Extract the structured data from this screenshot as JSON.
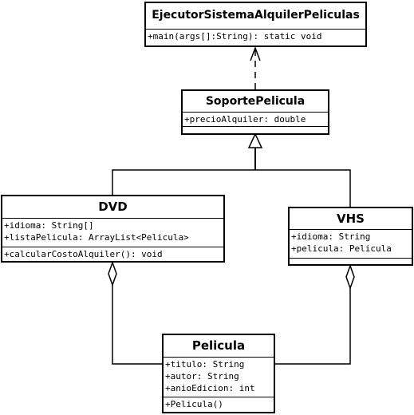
{
  "classes": {
    "ejecutor": {
      "name": "EjecutorSistemaAlquilerPeliculas",
      "attributes": [],
      "methods": [
        "+main(args[]:String): static void"
      ]
    },
    "soporte": {
      "name": "SoportePelicula",
      "attributes": [
        "+precioAlquiler: double"
      ],
      "methods": []
    },
    "dvd": {
      "name": "DVD",
      "attributes": [
        "+idioma: String[]",
        "+listaPelicula: ArrayList<Pelicula>"
      ],
      "methods": [
        "+calcularCostoAlquiler(): void"
      ]
    },
    "vhs": {
      "name": "VHS",
      "attributes": [
        "+idioma: String",
        "+pelicula: Pelicula"
      ],
      "methods": []
    },
    "pelicula": {
      "name": "Pelicula",
      "attributes": [
        "+titulo: String",
        "+autor: String",
        "+anioEdicion: int"
      ],
      "methods": [
        "+Pelicula()"
      ]
    }
  },
  "relationships": [
    {
      "type": "dependency",
      "from": "soporte",
      "to": "ejecutor"
    },
    {
      "type": "generalization",
      "from": "dvd",
      "to": "soporte"
    },
    {
      "type": "generalization",
      "from": "vhs",
      "to": "soporte"
    },
    {
      "type": "aggregation",
      "whole": "dvd",
      "part": "pelicula"
    },
    {
      "type": "aggregation",
      "whole": "vhs",
      "part": "pelicula"
    }
  ],
  "colors": {
    "line": "#000000",
    "background": "#ffffff"
  }
}
